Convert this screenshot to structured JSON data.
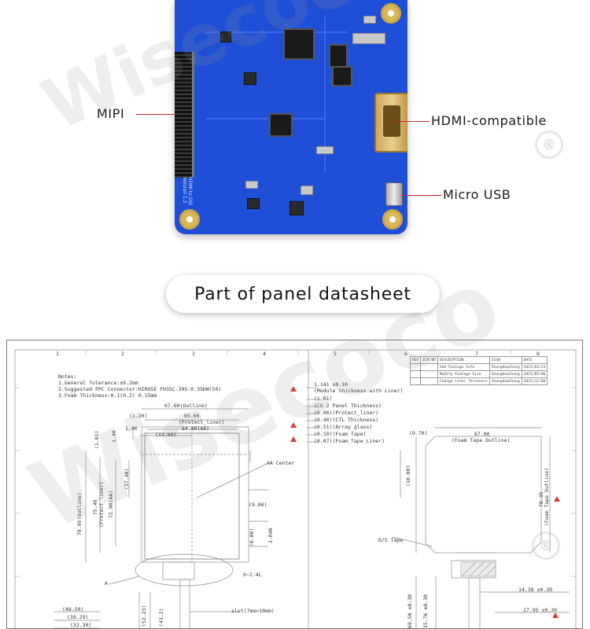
{
  "callouts": {
    "mipi": "MIPI",
    "hdmi": "HDMI-compatible",
    "usb": "Micro USB"
  },
  "board": {
    "silkscreen_line1": "HDMI to DSI",
    "silkscreen_line2": "Version 1.2"
  },
  "section_title": "Part of panel datasheet",
  "watermark": {
    "text": "Wisecoco",
    "mark": "®"
  },
  "datasheet": {
    "notes": [
      "Notes:",
      "1.General Tolerance:±0.2mm",
      "2.Suggested FPC Connector:HIROSE FH35C-39S-0.3SHW(50)",
      "3.Foam Thickness:0.1(0.2) 0.15mm"
    ],
    "revision_table": {
      "headers": [
        "REV",
        "ECN NO",
        "DESCRIPTION",
        "SIGN",
        "DATE"
      ],
      "rows": [
        [
          "",
          "",
          "Add Footage Info",
          "ShangHuaCheng",
          "2015/03/23"
        ],
        [
          "",
          "",
          "Modify Footage Size",
          "ShangHuaCheng",
          "2015/05/06"
        ],
        [
          "",
          "",
          "Change Liner Thickness",
          "ShangHuaCheng",
          "2015/11/06"
        ]
      ]
    },
    "thickness_stack": [
      "1.141 ±0.10",
      "(Module thickness with Liner)",
      "(1.01)",
      "(CG 2 Panel Thickness)",
      "(0.06)(Protect_liner)",
      "(0.40)(CTL Thickness)",
      "(0.51)(Array glass)",
      "(0.10)(Foam Tape)",
      "(0.07)(Foam_Tape_Liner)"
    ],
    "front_dims": {
      "outline": "67.60(Outline)",
      "protect_liner_w": "65.60",
      "protect_liner_label": "(Protect_liner)",
      "aa_w": "64.80(AA)",
      "w_120": "(1.20)",
      "w_140": "1.40",
      "w_3380": "(33.80)",
      "h_outline": "78.95(Outline)",
      "h_protect": "75.48",
      "h_protect_label": "(Protect_liner)",
      "h_aa": "72.90(AA)",
      "h_3748": "(37.48)",
      "h_101": "(1.01)",
      "h_140": "1.40",
      "aa_center": "AA Center",
      "d_900": "(9.00)",
      "d_600": "(6.00)",
      "d_2840": "2-R40",
      "d_24l": "0~2.4L",
      "label_a": "A",
      "b_4850": "(48.50)",
      "b_3829": "(38.29)",
      "b_3230": "(32.30)",
      "b_5223": "(52.23)",
      "b_432": "(43.2)",
      "label_slot": "slot(7mm×10mm)"
    },
    "back_dims": {
      "w_970": "(9.70)",
      "w_6700": "67.00",
      "foam_outline": "(Foam Tape Outline)",
      "h_foam": "78.35",
      "h_foam_label": "(Foam Tape Outline)",
      "h_1000": "(10.00)",
      "ds_tape": "D/S Tape",
      "b_1438": "14.38 ±0.30",
      "b_2795": "27.95 ±0.30",
      "b_6950": "69.50 ±0.30",
      "b_1576": "15.76 ±0.30"
    },
    "grid_numbers": [
      "1",
      "2",
      "3",
      "4",
      "5",
      "6",
      "7",
      "8"
    ]
  },
  "colors": {
    "pcb": "#1f4fd6",
    "callout_line": "#c0282d",
    "warning_triangle": "#d04040"
  }
}
